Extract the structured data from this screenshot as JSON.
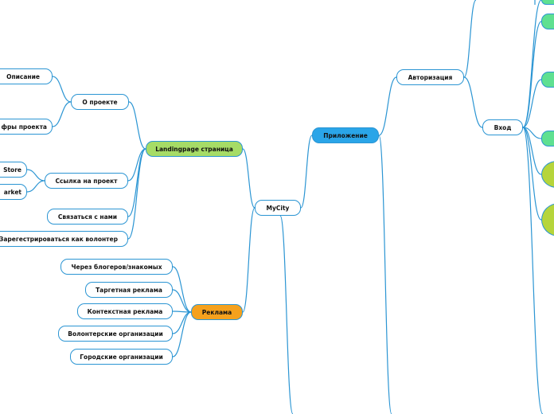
{
  "colors": {
    "edge": "#2b95d3",
    "border": "#2b95d3",
    "landing": "#a6dc66",
    "app": "#2aa5e8",
    "ads": "#f5a11d",
    "green": "#5fe091",
    "olive": "#b6d53b"
  },
  "nodes": {
    "root": "MyCity",
    "landing": "Landingpage страница",
    "about": "О проекте",
    "description": "Описание",
    "figures": "фры проекта",
    "link": "Ссылка на проект",
    "store": "Store",
    "market": "arket",
    "contact": "Связаться с нами",
    "volunteer": "Зарегестрироваться как волонтер",
    "ads": "Реклама",
    "bloggers": "Через блогеров/знакомых",
    "targeted": "Таргетная реклама",
    "contextual": "Контекстная реклама",
    "vol_orgs": "Волонтерские организации",
    "city_orgs": "Городские организации",
    "app": "Приложение",
    "auth": "Авторизация",
    "login": "Вход"
  }
}
